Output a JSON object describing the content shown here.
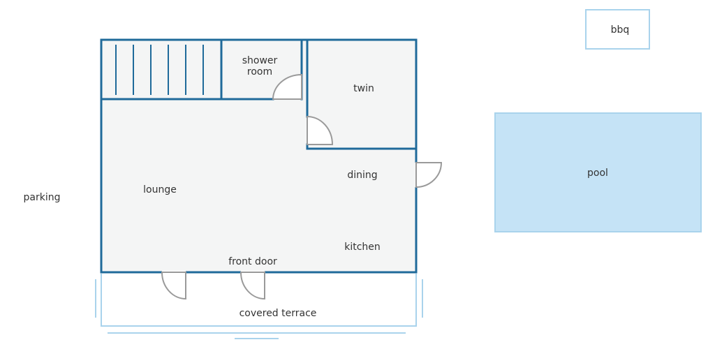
{
  "colors": {
    "wall": "#1f6a9a",
    "floor": "#f4f5f5",
    "door": "#9a9a9a",
    "outdoor_outline": "#a9d3ec",
    "pool_fill": "#c5e3f6",
    "label": "#333333"
  },
  "labels": {
    "shower_line1": "shower",
    "shower_line2": "room",
    "twin": "twin",
    "dining": "dining",
    "lounge": "lounge",
    "kitchen": "kitchen",
    "front_door": "front door",
    "covered_terrace": "covered terrace",
    "parking": "parking",
    "pool": "pool",
    "bbq": "bbq"
  }
}
